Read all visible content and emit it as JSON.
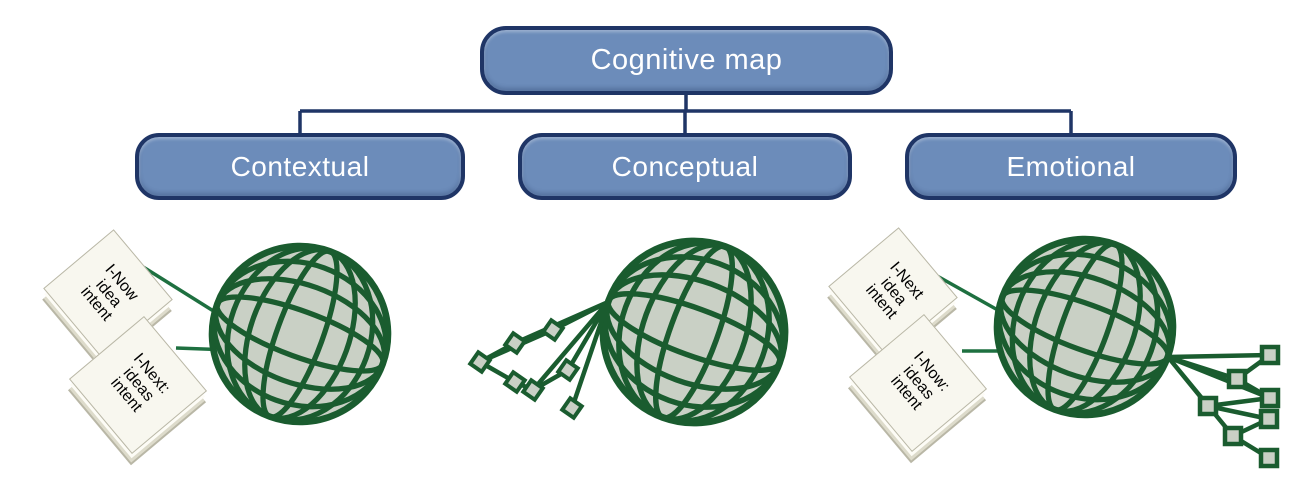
{
  "tree": {
    "root": {
      "label": "Cognitive map"
    },
    "children": [
      {
        "label": "Contextual"
      },
      {
        "label": "Conceptual"
      },
      {
        "label": "Emotional"
      }
    ]
  },
  "notes": [
    {
      "id": "contextual-back",
      "lines": [
        "I-Now",
        "idea",
        "intent"
      ]
    },
    {
      "id": "contextual-front",
      "lines": [
        "I-Next:",
        "ideas",
        "intent"
      ]
    },
    {
      "id": "emotional-back",
      "lines": [
        "I-Next",
        "idea",
        "intent"
      ]
    },
    {
      "id": "emotional-front",
      "lines": [
        "I-Now:",
        "ideas",
        "intent"
      ]
    }
  ],
  "icons": {
    "globe": "wireframe-globe",
    "network_node": "square-node"
  },
  "colors": {
    "box_fill": "#6C8CBA",
    "box_border": "#1F3566",
    "box_text": "#FFFFFF",
    "connector_navy": "#1F3566",
    "globe_fill": "#C9D0C5",
    "globe_stroke": "#1A5C2F",
    "network_green": "#1A5C2F",
    "note_line_green": "#1E7040",
    "note_fill": "#F8F7EF",
    "note_text": "#000000"
  }
}
